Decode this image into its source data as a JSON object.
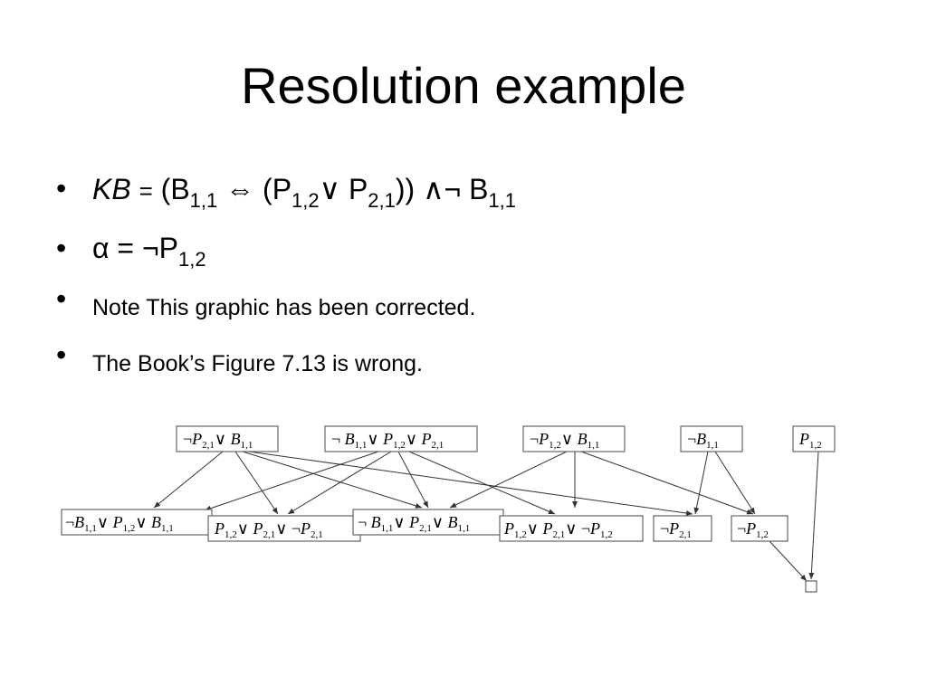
{
  "slide": {
    "title": "Resolution example"
  },
  "bullets": [
    {
      "kb_label": "KB",
      "equals": "=",
      "formula_parts": {
        "p1": "(B",
        "s1": "1,1",
        "iff": " ⇔ ",
        "p2": "(P",
        "s2": "1,2",
        "or": "∨ ",
        "p3": "P",
        "s3": "2,1",
        "p4": ")) ",
        "and": "∧¬ ",
        "p5": "B",
        "s5": "1,1"
      }
    },
    {
      "alpha": "α = ",
      "neg": "¬",
      "p": "P",
      "s": "1,2"
    },
    {
      "text": "Note This graphic has been corrected."
    },
    {
      "text": "The Book’s Figure 7.13 is wrong."
    }
  ],
  "diagram": {
    "row1": [
      {
        "id": "n1",
        "label": "¬P2,1∨ B1,1"
      },
      {
        "id": "n2",
        "label": "¬ B1,1∨ P1,2∨ P2,1"
      },
      {
        "id": "n3",
        "label": "¬P1,2∨ B1,1"
      },
      {
        "id": "n4",
        "label": "¬B1,1"
      },
      {
        "id": "n5",
        "label": "P1,2"
      }
    ],
    "row2": [
      {
        "id": "m1",
        "label": "¬B1,1∨ P1,2∨ B1,1"
      },
      {
        "id": "m2",
        "label": "P1,2∨ P2,1∨ ¬P2,1"
      },
      {
        "id": "m3",
        "label": "¬ B1,1∨ P2,1∨ B1,1"
      },
      {
        "id": "m4",
        "label": "P1,2∨ P2,1∨ ¬P1,2"
      },
      {
        "id": "m5",
        "label": "¬P2,1"
      },
      {
        "id": "m6",
        "label": "¬P1,2"
      }
    ],
    "empty_clause": {
      "id": "empty",
      "label": ""
    }
  }
}
